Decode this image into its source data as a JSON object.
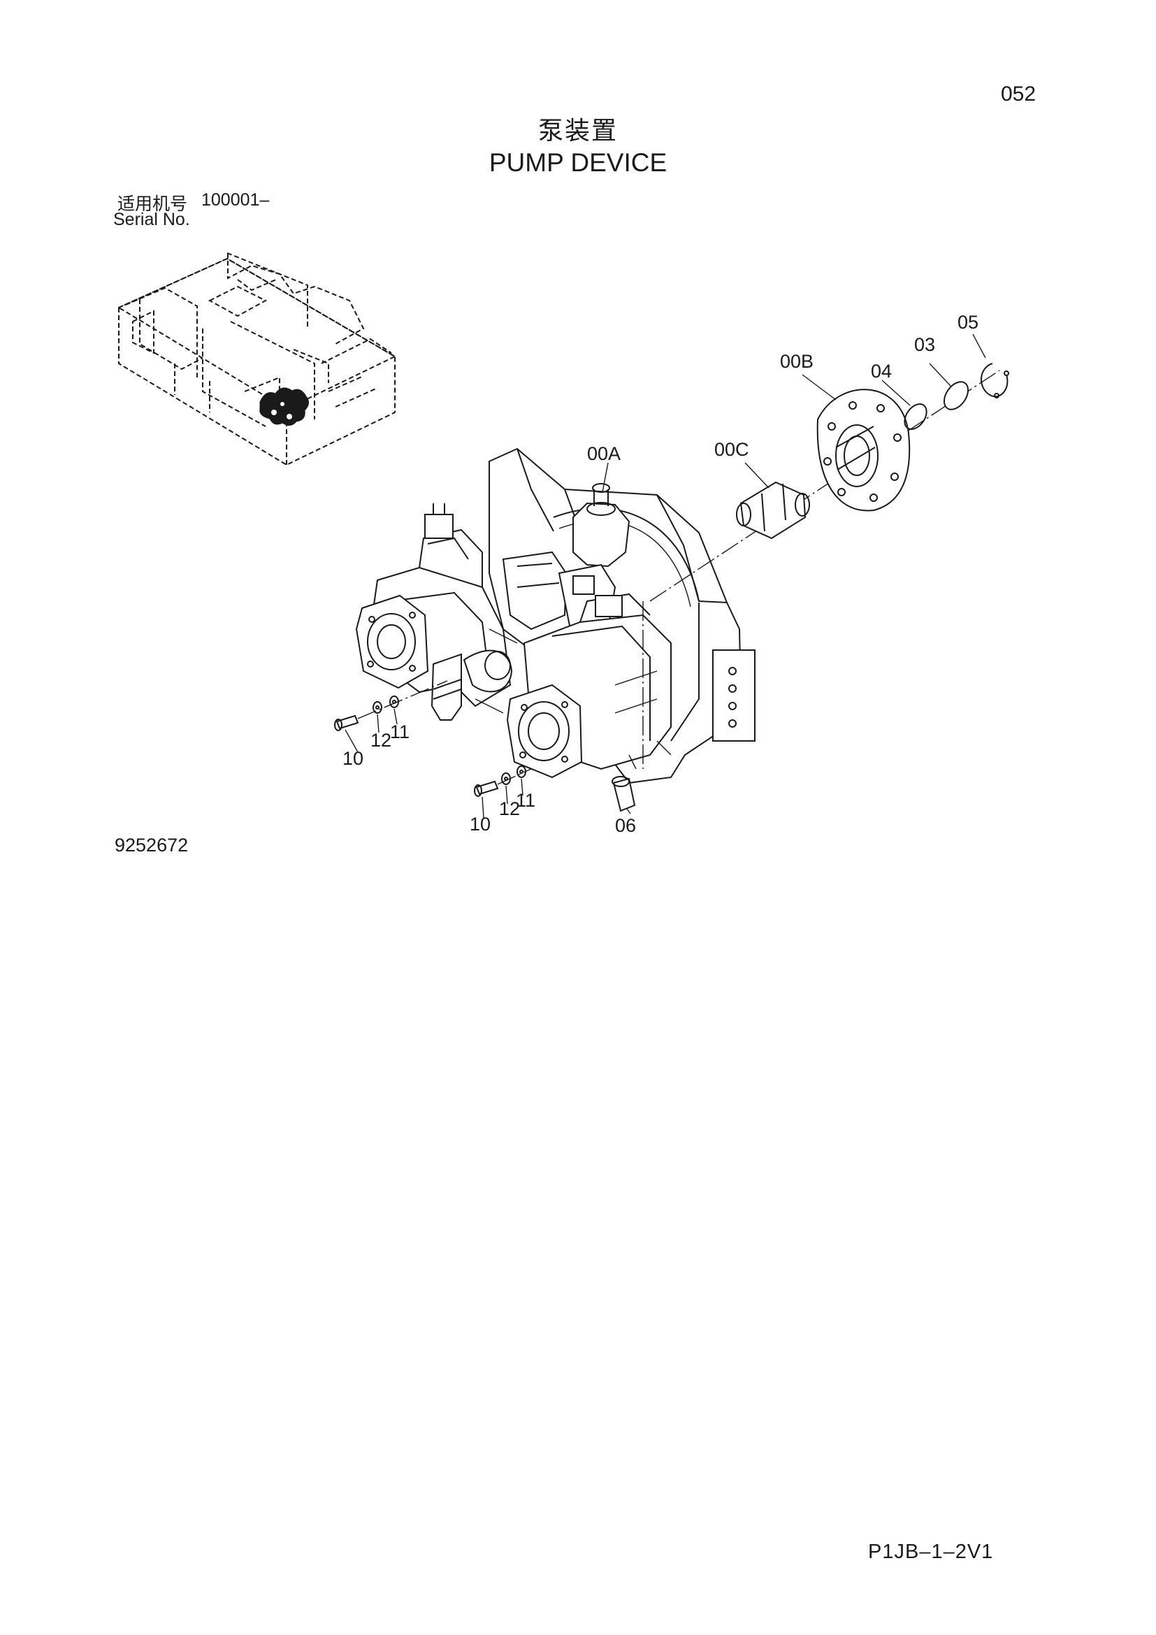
{
  "page": {
    "number": "052",
    "title_cn": "泵装置",
    "title_en": "PUMP DEVICE",
    "serial_label_cn": "适用机号",
    "serial_range": "100001–",
    "serial_label_en": "Serial No.",
    "figure_number": "9252672",
    "footer_code": "P1JB–1–2V1"
  },
  "drawing": {
    "callouts": {
      "c00A": "00A",
      "c00B": "00B",
      "c00C": "00C",
      "c03": "03",
      "c04": "04",
      "c05": "05",
      "c06": "06",
      "c10a": "10",
      "c11a": "11",
      "c12a": "12",
      "c10b": "10",
      "c11b": "11",
      "c12b": "12"
    }
  }
}
